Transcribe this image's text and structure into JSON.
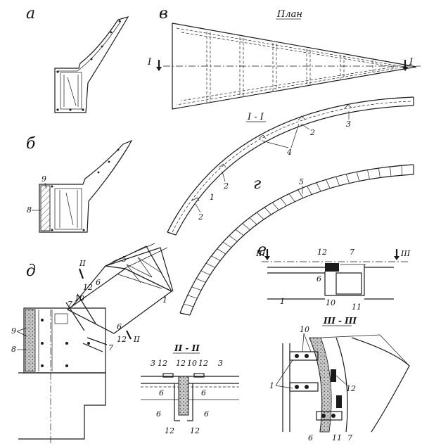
{
  "panels": {
    "a": "а",
    "b": "б",
    "v": "в",
    "g": "г",
    "d": "д",
    "e": "е"
  },
  "plan_title": "План",
  "sections": {
    "I": "I",
    "I_I": "I - I",
    "II": "II",
    "II_II": "II - II",
    "III": "III",
    "III_III": "III - III"
  },
  "callouts": [
    "1",
    "2",
    "3",
    "4",
    "5",
    "6",
    "7",
    "8",
    "9",
    "10",
    "11",
    "12"
  ]
}
